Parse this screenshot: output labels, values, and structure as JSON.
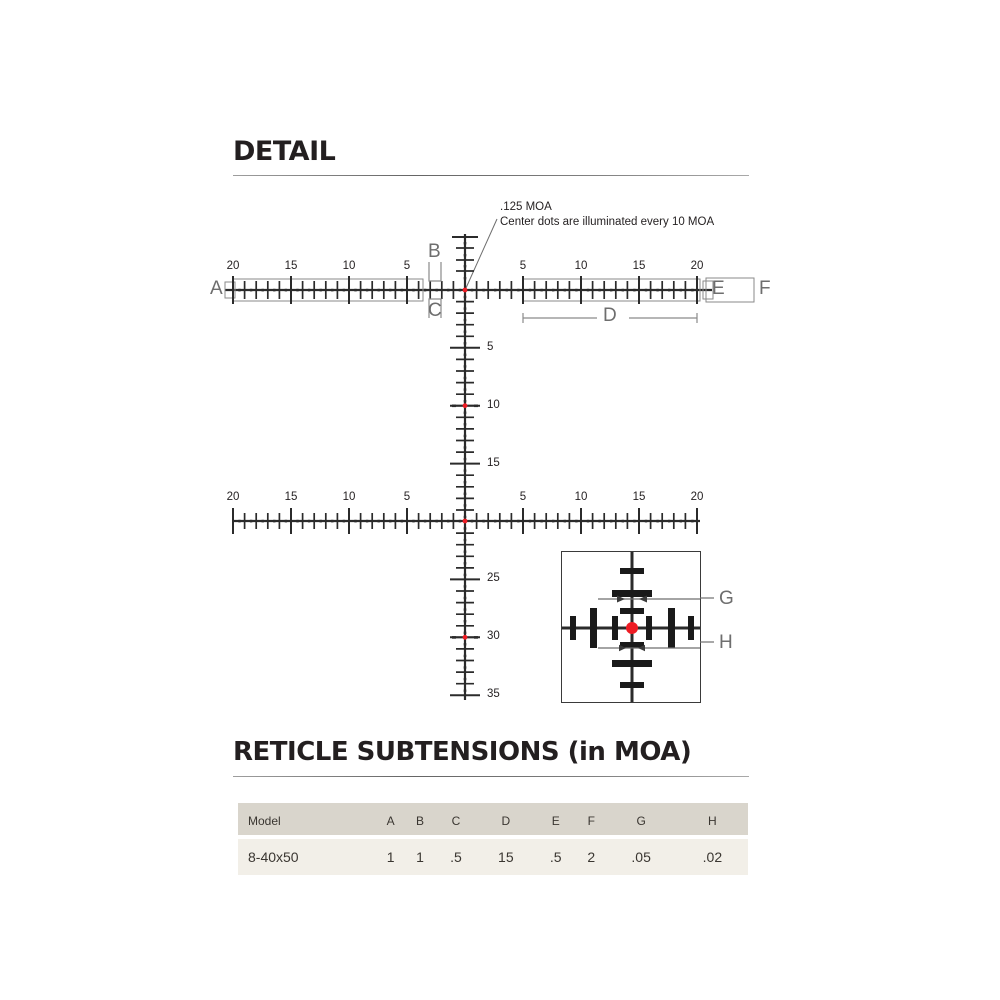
{
  "document": {
    "detail_heading": "DETAIL",
    "subtension_heading": "RETICLE SUBTENSIONS (in MOA)"
  },
  "annotation": {
    "line1": ".125 MOA",
    "line2": "Center dots are illuminated every 10 MOA"
  },
  "callouts": {
    "a": "A",
    "b": "B",
    "c": "C",
    "d": "D",
    "e": "E",
    "f": "F",
    "g": "G",
    "h": "H"
  },
  "scales": {
    "upper_horizontal": {
      "left_labels": [
        "20",
        "15",
        "10",
        "5"
      ],
      "right_labels": [
        "5",
        "10",
        "15",
        "20"
      ]
    },
    "lower_horizontal": {
      "left_labels": [
        "20",
        "15",
        "10",
        "5"
      ],
      "right_labels": [
        "5",
        "10",
        "15",
        "20"
      ]
    },
    "vertical": {
      "labels": [
        "5",
        "10",
        "15",
        "25",
        "30",
        "35"
      ]
    }
  },
  "table": {
    "columns": [
      "Model",
      "A",
      "B",
      "C",
      "D",
      "E",
      "F",
      "G",
      "H"
    ],
    "rows": [
      {
        "model": "8-40x50",
        "values": [
          "1",
          "1",
          ".5",
          "15",
          ".5",
          "2",
          ".05",
          ".02"
        ]
      }
    ]
  },
  "colors": {
    "illumination_dot": "#ee1c24",
    "reticle_ink": "#2b2b2b",
    "callout_gray": "#6e6e6e",
    "table_header_bg": "#d9d5cc",
    "table_row_bg": "#f2efe8"
  }
}
